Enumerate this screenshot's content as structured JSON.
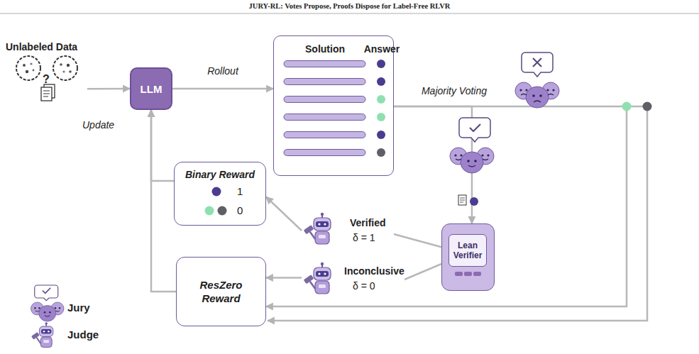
{
  "diagram": {
    "title": "JURY-RL: Votes Propose, Proofs Dispose for Label-Free RLVR",
    "nodes": [
      {
        "text": [
          "Unlabeled Data"
        ]
      },
      {
        "text": [
          "LLM"
        ]
      },
      {
        "text": [
          "Solution",
          "Answer"
        ]
      },
      {
        "text": [
          "Binary Reward",
          "1",
          "0"
        ]
      },
      {
        "text": [
          "Lean Verifier"
        ]
      },
      {
        "text": [
          "Verified",
          "δ = 1"
        ]
      },
      {
        "text": [
          "Inconclusive",
          "δ = 0"
        ]
      },
      {
        "text": [
          "ResZero Reward"
        ]
      }
    ],
    "edges": [
      {
        "from": 0,
        "to": 1,
        "arrow": "to"
      },
      {
        "from": 1,
        "to": 2,
        "arrow": "to",
        "label": "Rollout"
      },
      {
        "from": 2,
        "to": 4,
        "arrow": "to",
        "label": "Majority Voting"
      },
      {
        "from": 2,
        "to": 7,
        "arrow": "to"
      },
      {
        "from": 4,
        "to": 5,
        "arrow": "none"
      },
      {
        "from": 4,
        "to": 6,
        "arrow": "none"
      },
      {
        "from": 5,
        "to": 3,
        "arrow": "to"
      },
      {
        "from": 6,
        "to": 7,
        "arrow": "to"
      },
      {
        "from": 3,
        "to": 1,
        "arrow": "to"
      },
      {
        "from": 7,
        "to": 1,
        "arrow": "to"
      }
    ],
    "labels": [
      "?",
      "Update"
    ],
    "legend": [
      {
        "text": "Jury"
      },
      {
        "text": "Judge"
      }
    ]
  }
}
